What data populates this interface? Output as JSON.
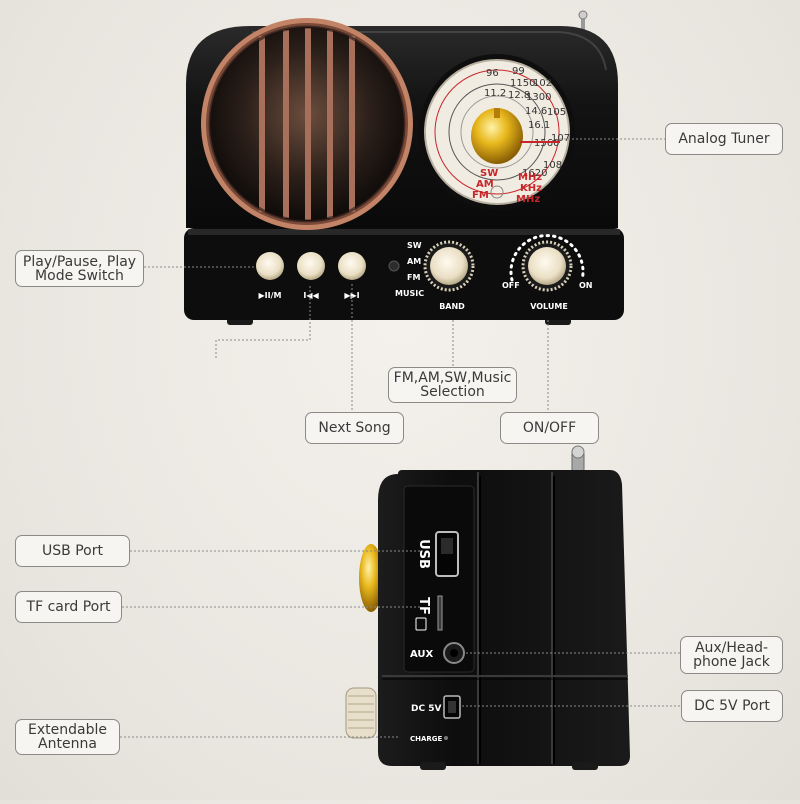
{
  "callouts": {
    "analog_tuner": "Analog Tuner",
    "play_pause_line1": "Play/Pause, Play",
    "play_pause_line2": "Mode Switch",
    "band_selection_line1": "FM,AM,SW,Music",
    "band_selection_line2": "Selection",
    "next_song": "Next Song",
    "on_off": "ON/OFF",
    "usb_port": "USB Port",
    "tf_card_port": "TF card Port",
    "aux_line1": "Aux/Head-",
    "aux_line2": "phone Jack",
    "dc_port": "DC 5V Port",
    "antenna_line1": "Extendable",
    "antenna_line2": "Antenna"
  },
  "front_panel": {
    "play_label": "▶II/M",
    "prev_label": "I◀◀",
    "next_label": "▶▶I",
    "band_sw": "SW",
    "band_am": "AM",
    "band_fm": "FM",
    "band_music": "MUSIC",
    "band_knob_label": "BAND",
    "volume_knob_label": "VOLUME",
    "off_label": "OFF",
    "on_label": "ON"
  },
  "dial": {
    "sw_scale": [
      "96",
      "99",
      "102",
      "105",
      "107",
      "108"
    ],
    "fm_scale": [
      "1150",
      "1300",
      "1560",
      "1620"
    ],
    "inner_scale": [
      "11.2",
      "12.8",
      "14.6",
      "16.1"
    ],
    "band_labels": [
      "SW",
      "AM",
      "FM"
    ],
    "unit_labels": [
      "MHz",
      "KHz",
      "MHz"
    ]
  },
  "side_panel": {
    "usb_label": "USB",
    "tf_label": "TF",
    "aux_label": "AUX",
    "dc_label": "DC 5V",
    "charge_label": "CHARGE"
  },
  "colors": {
    "radio_body": "#141414",
    "copper": "#b8735a",
    "knob": "#efe6cf",
    "dial_face": "#f1ece1",
    "needle_gold": "#d9a615",
    "dial_red": "#c8262a"
  }
}
